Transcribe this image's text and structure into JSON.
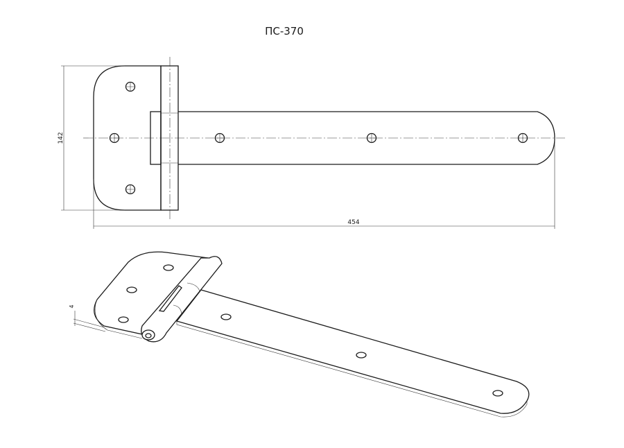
{
  "title": "ПС-370",
  "dimensions": {
    "height": "142",
    "length": "454",
    "thickness": "4"
  }
}
